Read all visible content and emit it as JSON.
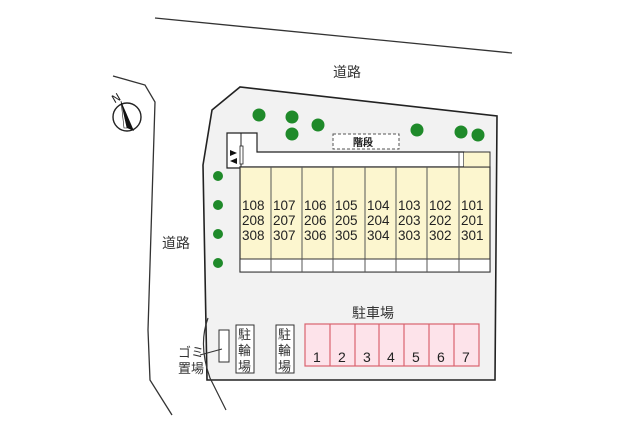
{
  "map": {
    "road_top_label": "道路",
    "road_left_label": "道路",
    "compass": {
      "label": "N",
      "icon": "north-arrow-icon"
    },
    "stairs_label": "階段",
    "parking_label": "駐車場",
    "parking_spaces": [
      "1",
      "2",
      "3",
      "4",
      "5",
      "6",
      "7"
    ],
    "bicycle_parking_1": [
      "駐",
      "輪",
      "場"
    ],
    "bicycle_parking_2": [
      "駐",
      "輪",
      "場"
    ],
    "garbage_label_line1": "ゴミ",
    "garbage_label_line2": "置場",
    "units": [
      {
        "col": 1,
        "floors": [
          "108",
          "208",
          "308"
        ]
      },
      {
        "col": 2,
        "floors": [
          "107",
          "207",
          "307"
        ]
      },
      {
        "col": 3,
        "floors": [
          "106",
          "206",
          "306"
        ]
      },
      {
        "col": 4,
        "floors": [
          "105",
          "205",
          "305"
        ]
      },
      {
        "col": 5,
        "floors": [
          "104",
          "204",
          "304"
        ]
      },
      {
        "col": 6,
        "floors": [
          "103",
          "203",
          "303"
        ]
      },
      {
        "col": 7,
        "floors": [
          "102",
          "202",
          "302"
        ]
      },
      {
        "col": 8,
        "floors": [
          "101",
          "201",
          "301"
        ]
      }
    ],
    "colors": {
      "lot": "#f2f2f2",
      "building": "#fcf6cf",
      "parking": "#fde3ea",
      "parking_border": "#d9636f",
      "tree": "#1f8a2a",
      "outline": "#222222"
    }
  }
}
